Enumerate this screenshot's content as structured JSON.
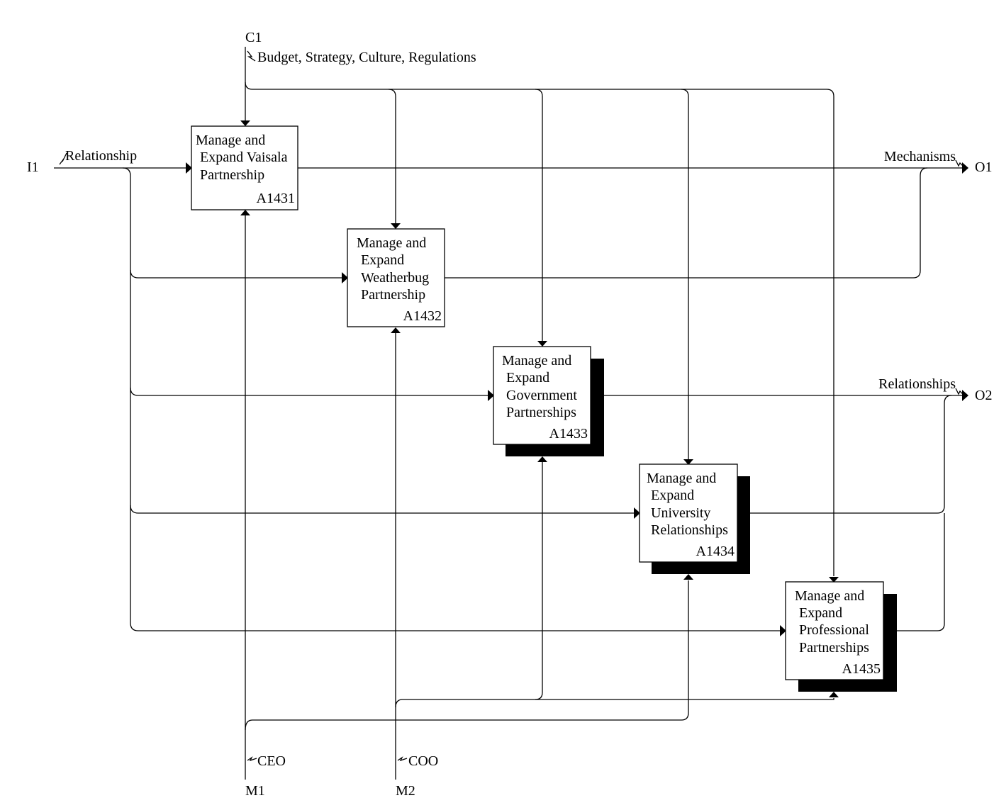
{
  "labels": {
    "c1": "C1",
    "c1_text": "Budget, Strategy, Culture, Regulations",
    "i1": "I1",
    "i1_text": "Relationship",
    "o1": "O1",
    "o1_text": "Mechanisms",
    "o2": "O2",
    "o2_text": "Relationships",
    "m1": "M1",
    "m1_text": "CEO",
    "m2": "M2",
    "m2_text": "COO"
  },
  "boxes": [
    {
      "lines": [
        "Manage and",
        "Expand Vaisala",
        "Partnership"
      ],
      "id": "A1431",
      "shadow": false
    },
    {
      "lines": [
        "Manage and",
        "Expand",
        "Weatherbug",
        "Partnership"
      ],
      "id": "A1432",
      "shadow": false
    },
    {
      "lines": [
        "Manage and",
        "Expand",
        "Government",
        "Partnerships"
      ],
      "id": "A1433",
      "shadow": true
    },
    {
      "lines": [
        "Manage and",
        "Expand",
        "University",
        "Relationships"
      ],
      "id": "A1434",
      "shadow": true
    },
    {
      "lines": [
        "Manage and",
        "Expand",
        "Professional",
        "Partnerships"
      ],
      "id": "A1435",
      "shadow": true
    }
  ]
}
